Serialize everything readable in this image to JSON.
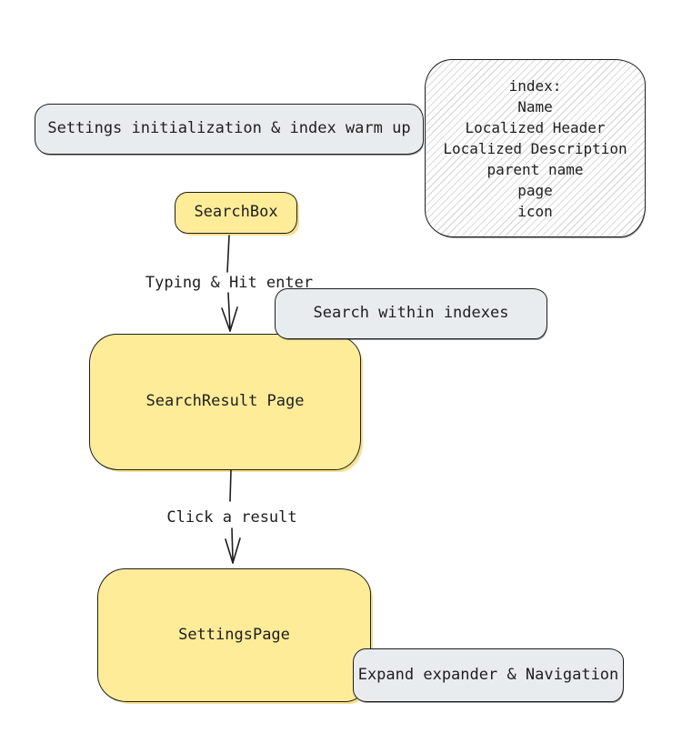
{
  "palette": {
    "ink": "#1e1e1e",
    "node_yellow": "#ffec99",
    "note_gray": "#e9ecef",
    "hatch_line": "#dcdcdc",
    "background": "#ffffff"
  },
  "nodes": {
    "settings_init": {
      "label": "Settings initialization & index warm up"
    },
    "index_note": {
      "lines": [
        "index:",
        "Name",
        "Localized Header",
        "Localized Description",
        "parent name",
        "page",
        "icon"
      ]
    },
    "search_box": {
      "label": "SearchBox"
    },
    "search_within": {
      "label": "Search within indexes"
    },
    "search_result": {
      "label": "SearchResult Page"
    },
    "settings_page": {
      "label": "SettingsPage"
    },
    "expand_nav": {
      "label": "Expand expander & Navigation"
    }
  },
  "edge_labels": {
    "typing": "Typing & Hit enter",
    "click": "Click a result"
  }
}
